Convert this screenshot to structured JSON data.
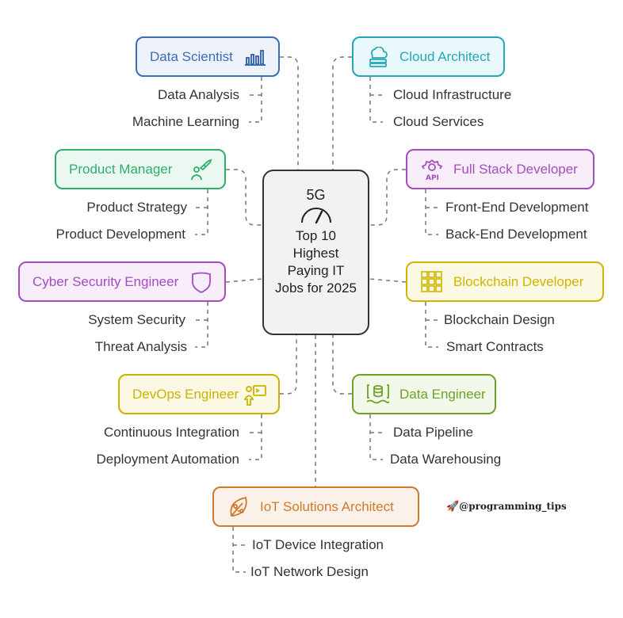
{
  "center": {
    "badge": "5G",
    "title": "Top 10 Highest Paying IT Jobs for 2025",
    "icon": "gauge-icon"
  },
  "roles": {
    "data_scientist": {
      "label": "Data Scientist",
      "icon": "bar-chart-icon",
      "color": "#3b6cb7",
      "bg": "#eef3fb",
      "subs": [
        "Data Analysis",
        "Machine Learning"
      ]
    },
    "cloud_architect": {
      "label": "Cloud Architect",
      "icon": "cloud-server-icon",
      "color": "#23a8b7",
      "bg": "#e9f8fa",
      "subs": [
        "Cloud Infrastructure",
        "Cloud Services"
      ]
    },
    "product_manager": {
      "label": "Product Manager",
      "icon": "rocket-person-icon",
      "color": "#2fae6a",
      "bg": "#ebf8f1",
      "subs": [
        "Product Strategy",
        "Product Development"
      ]
    },
    "full_stack": {
      "label": "Full Stack Developer",
      "icon": "api-gear-icon",
      "color": "#a44cc0",
      "bg": "#f7eefa",
      "subs": [
        "Front-End Development",
        "Back-End Development"
      ]
    },
    "cyber_security": {
      "label": "Cyber Security Engineer",
      "icon": "shield-icon",
      "color": "#a44cc0",
      "bg": "#f7eefa",
      "subs": [
        "System Security",
        "Threat Analysis"
      ]
    },
    "blockchain": {
      "label": "Blockchain Developer",
      "icon": "blocks-grid-icon",
      "color": "#d0b500",
      "bg": "#fbf8e4",
      "subs": [
        "Blockchain Design",
        "Smart Contracts"
      ]
    },
    "devops": {
      "label": "DevOps Engineer",
      "icon": "person-terminal-icon",
      "color": "#c9b200",
      "bg": "#fbf8e4",
      "subs": [
        "Continuous Integration",
        "Deployment Automation"
      ]
    },
    "data_engineer": {
      "label": "Data Engineer",
      "icon": "database-pipeline-icon",
      "color": "#6ea126",
      "bg": "#f2f8ea",
      "subs": [
        "Data Pipeline",
        "Data Warehousing"
      ]
    },
    "iot": {
      "label": "IoT Solutions Architect",
      "icon": "circuit-leaf-icon",
      "color": "#d0792b",
      "bg": "#fcf1e8",
      "subs": [
        "IoT Device Integration",
        "IoT Network Design"
      ]
    }
  },
  "watermark": "@programming_tips"
}
